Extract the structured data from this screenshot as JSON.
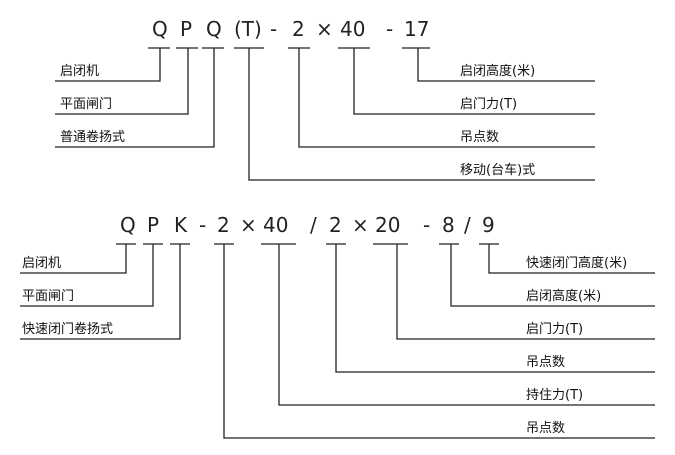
{
  "diagram1": {
    "code_parts": [
      "Q",
      "P",
      "Q",
      "(T)",
      "-",
      "2",
      "×",
      "40",
      "-",
      "17"
    ],
    "left_labels": [
      "启闭机",
      "平面闸门",
      "普通卷扬式"
    ],
    "right_labels": [
      "启闭高度(米)",
      "启门力(T)",
      "吊点数",
      "移动(台车)式"
    ]
  },
  "diagram2": {
    "code_parts": [
      "Q",
      "P",
      "K",
      "-",
      "2",
      "×",
      "40",
      "/",
      "2",
      "×",
      "20",
      "-",
      "8",
      "/",
      "9"
    ],
    "left_labels": [
      "启闭机",
      "平面闸门",
      "快速闭门卷扬式"
    ],
    "right_labels": [
      "快速闭门高度(米)",
      "启闭高度(米)",
      "启门力(T)",
      "吊点数",
      "持住力(T)",
      "吊点数"
    ]
  }
}
